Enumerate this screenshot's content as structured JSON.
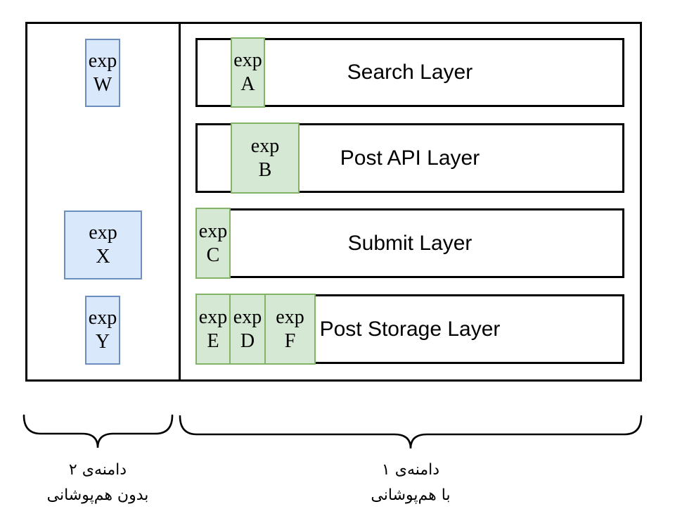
{
  "diagram": {
    "left_panel": {
      "boxes": [
        {
          "prefix": "exp",
          "letter": "W"
        },
        {
          "prefix": "exp",
          "letter": "X"
        },
        {
          "prefix": "exp",
          "letter": "Y"
        }
      ]
    },
    "right_panel": {
      "layers": [
        {
          "label": "Search Layer",
          "experiments": [
            {
              "prefix": "exp",
              "letter": "A"
            }
          ]
        },
        {
          "label": "Post API Layer",
          "experiments": [
            {
              "prefix": "exp",
              "letter": "B"
            }
          ]
        },
        {
          "label": "Submit Layer",
          "experiments": [
            {
              "prefix": "exp",
              "letter": "C"
            }
          ]
        },
        {
          "label": "Post Storage Layer",
          "experiments": [
            {
              "prefix": "exp",
              "letter": "E"
            },
            {
              "prefix": "exp",
              "letter": "D"
            },
            {
              "prefix": "exp",
              "letter": "F"
            }
          ]
        }
      ]
    },
    "annotations": {
      "left": {
        "line1": "دامنه‌ی ۲",
        "line2": "بدون هم‌پوشانی"
      },
      "right": {
        "line1": "دامنه‌ی ۱",
        "line2": "با هم‌پوشانی"
      }
    },
    "colors": {
      "blue_fill": "#dae8fc",
      "blue_border": "#6c8ebf",
      "green_fill": "#d5e8d4",
      "green_border": "#82b366",
      "line": "#000000"
    }
  }
}
